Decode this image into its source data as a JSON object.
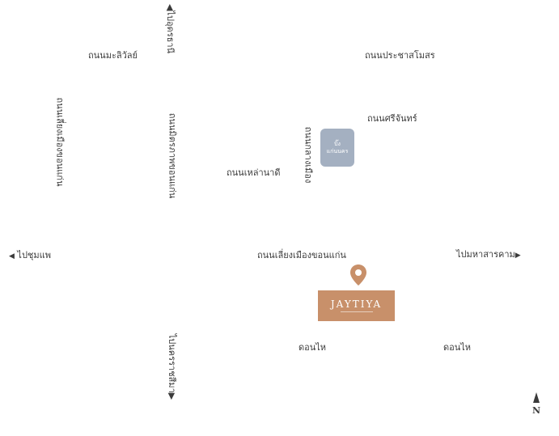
{
  "labels": {
    "to_udon": "ไปอุดรธานี",
    "malivan_rd": "ถนนมะลิวัลย์",
    "prachasamosorn_rd": "ถนนประชาสโมสร",
    "srichan_rd": "ถนนศรีจันทร์",
    "mueang_khonkaen_bypass_rd": "ถนนเลี่ยงเมืองขอนแก่น",
    "mittraphap_rd": "ถนนมิตรภาพขอนแก่น",
    "klang_mueang_rd": "ถนนกลางเมือง",
    "lao_na_di_rd": "ถนนเหล่านาดี",
    "to_chumphae": "ไปชุมแพ",
    "bypass_rd": "ถนนเลี่ยงเมืองขอนแก่น",
    "to_mahasarakham": "ไปมหาสารคาม",
    "don_hai_1": "ดอนไห",
    "don_hai_2": "ดอนไห",
    "to_nakhonratchasima": "ไปนครราชสีมา",
    "north": "N"
  },
  "landmarks": {
    "mall_line1": "บิ๊ง",
    "mall_line2": "แก่นนคร",
    "mall_color": "#a4b0c1"
  },
  "project": {
    "logo_text": "JAYTIYA",
    "logo_color": "#c8906a",
    "pin_color": "#c8906a",
    "pin_icon": "map-pin-icon"
  },
  "colors": {
    "label_text": "#3b3b3b",
    "background": "#ffffff"
  }
}
